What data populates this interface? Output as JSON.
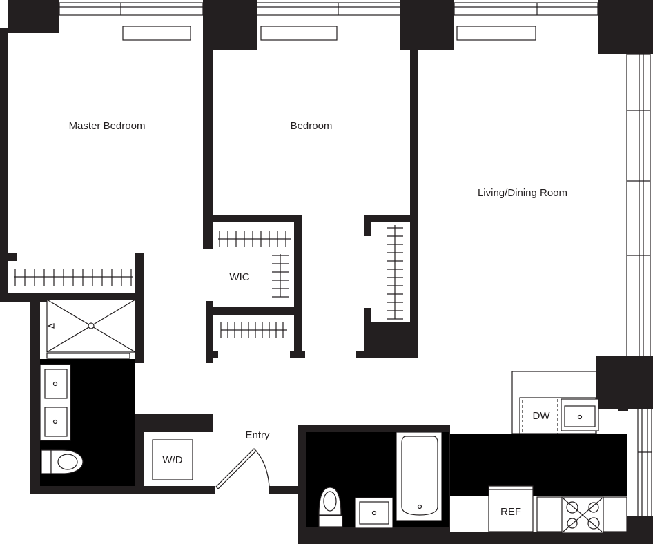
{
  "plan": {
    "rooms": {
      "master_bedroom": "Master Bedroom",
      "bedroom": "Bedroom",
      "living_dining": "Living/Dining Room",
      "wic": "WIC",
      "entry": "Entry",
      "washer_dryer": "W/D",
      "dishwasher": "DW",
      "refrigerator": "REF"
    }
  }
}
